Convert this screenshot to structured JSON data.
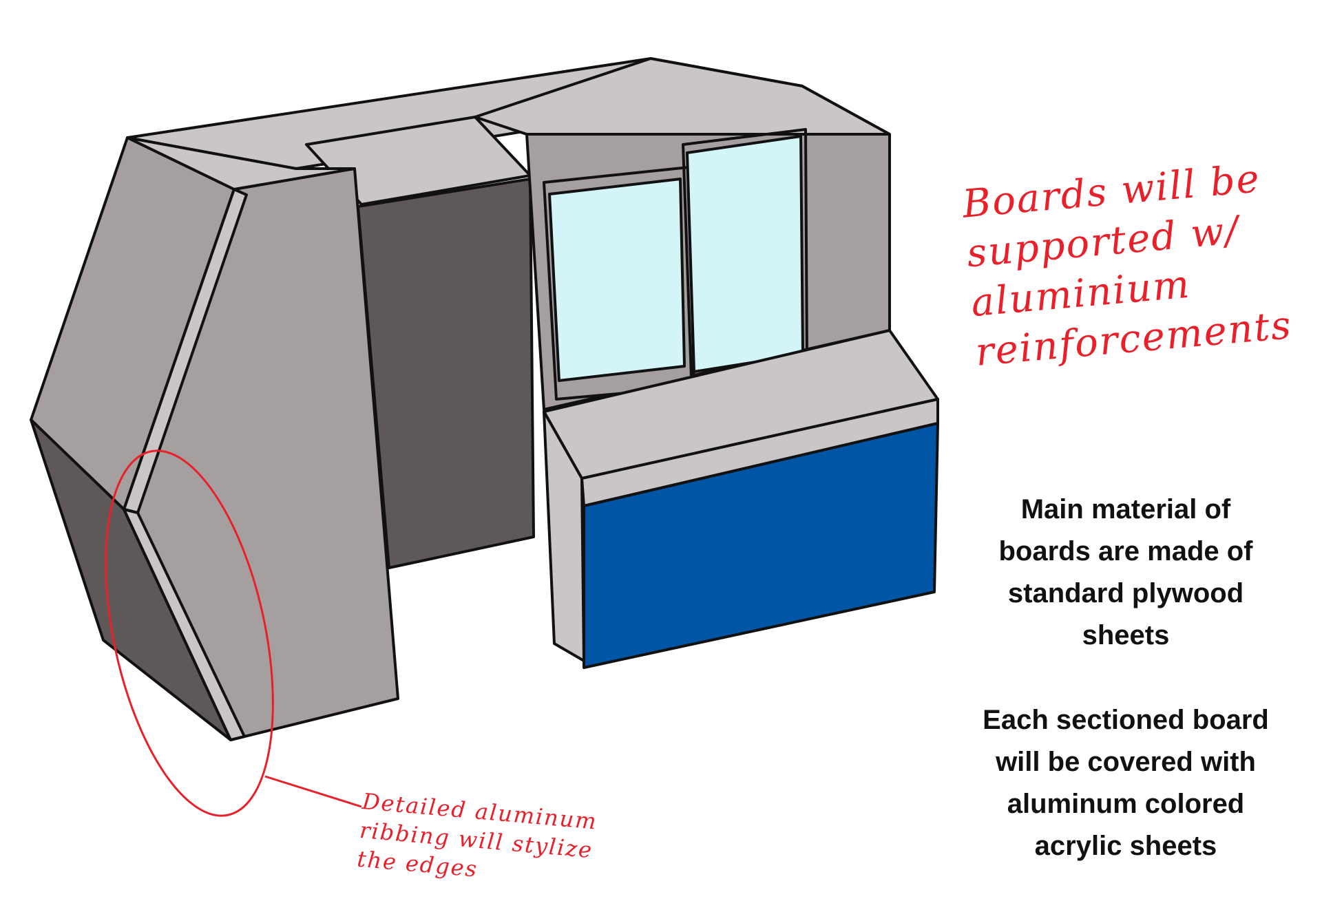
{
  "annotations": {
    "boards_support": "Boards will be\nsupported w/\naluminium\nreinforcements",
    "ribbing": "Detailed aluminum\nribbing will stylize\nthe edges"
  },
  "specs": {
    "main_material": "Main material of\nboards are made of\nstandard plywood\nsheets",
    "covering": "Each sectioned board\nwill be covered with\naluminum colored\nacrylic  sheets"
  },
  "colors": {
    "panel_light": "#cbc6c6",
    "panel_mid": "#a69f9f",
    "panel_dark": "#5e5858",
    "glass": "#d3f5f8",
    "blue_panel": "#0056a4",
    "annotation_red": "#e8202a",
    "outline": "#111111"
  }
}
